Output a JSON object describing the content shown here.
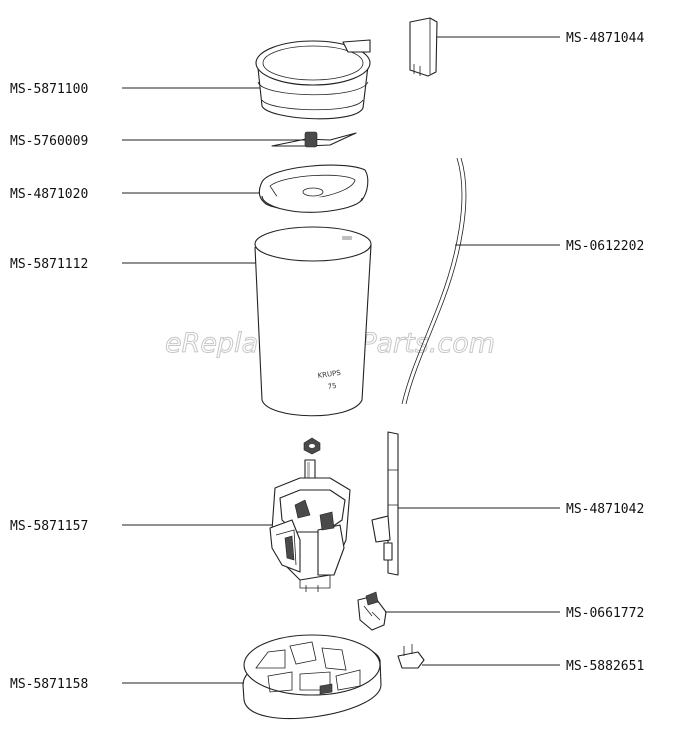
{
  "watermark": "eReplacementParts.com",
  "housing_brand": "KRUPS",
  "housing_model": "75",
  "parts": [
    {
      "id": "MS-4871044",
      "name": "cover-switch"
    },
    {
      "id": "MS-5871100",
      "name": "lid"
    },
    {
      "id": "MS-5760009",
      "name": "blade"
    },
    {
      "id": "MS-4871020",
      "name": "grinding-bowl"
    },
    {
      "id": "MS-0612202",
      "name": "power-cord"
    },
    {
      "id": "MS-5871112",
      "name": "housing"
    },
    {
      "id": "MS-4871042",
      "name": "switch-rod"
    },
    {
      "id": "MS-5871157",
      "name": "motor"
    },
    {
      "id": "MS-0661772",
      "name": "switch"
    },
    {
      "id": "MS-5882651",
      "name": "connector"
    },
    {
      "id": "MS-5871158",
      "name": "base"
    }
  ]
}
